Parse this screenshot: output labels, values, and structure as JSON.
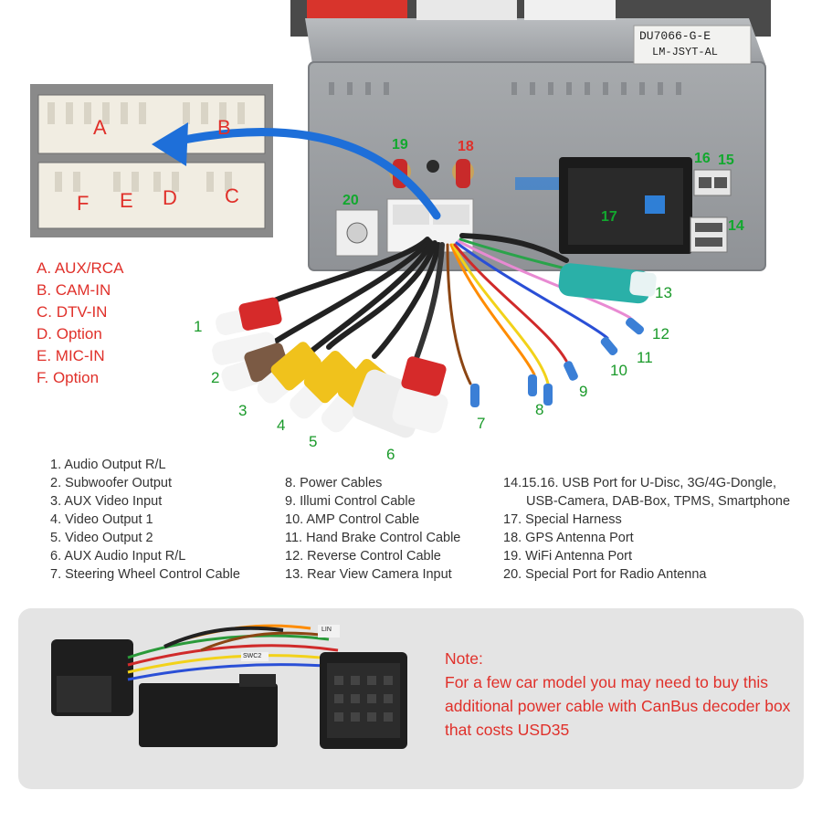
{
  "port_letters": [
    "A",
    "B",
    "C",
    "D",
    "E",
    "F"
  ],
  "port_legend": [
    "A. AUX/RCA",
    "B. CAM-IN",
    "C. DTV-IN",
    "D. Option",
    "E. MIC-IN",
    "F. Option"
  ],
  "device_label_top": "DU7066-G-E",
  "device_label_sub": "LM-JSYT-AL",
  "callouts": [
    "1",
    "2",
    "3",
    "4",
    "5",
    "6",
    "7",
    "8",
    "9",
    "10",
    "11",
    "12",
    "13",
    "14",
    "15",
    "16",
    "17",
    "18",
    "19",
    "20"
  ],
  "cable_tags": [
    "SWC2",
    "LIN"
  ],
  "list_col1": [
    "1. Audio Output R/L",
    "2. Subwoofer Output",
    "3. AUX Video Input",
    "4. Video Output 1",
    "5. Video Output 2",
    "6. AUX Audio Input R/L",
    "7. Steering Wheel Control Cable"
  ],
  "list_col2": [
    "8. Power Cables",
    "9. Illumi Control Cable",
    "10. AMP Control Cable",
    "11. Hand Brake Control Cable",
    "12. Reverse Control Cable",
    "13. Rear View Camera Input"
  ],
  "list_col3": [
    "14.15.16. USB Port for U-Disc, 3G/4G-Dongle,",
    "USB-Camera, DAB-Box, TPMS, Smartphone",
    "17. Special Harness",
    "18. GPS Antenna Port",
    "19. WiFi Antenna Port",
    "20. Special Port for Radio Antenna"
  ],
  "note": {
    "title": "Note:",
    "body": "For a few car model you may need to buy this additional power cable with CanBus decoder box that costs USD35"
  },
  "colors": {
    "legend_red": "#e0302a",
    "callout_green": "#12a82e",
    "arrow_blue": "#1e6fd9",
    "note_bg": "#e4e4e4"
  }
}
